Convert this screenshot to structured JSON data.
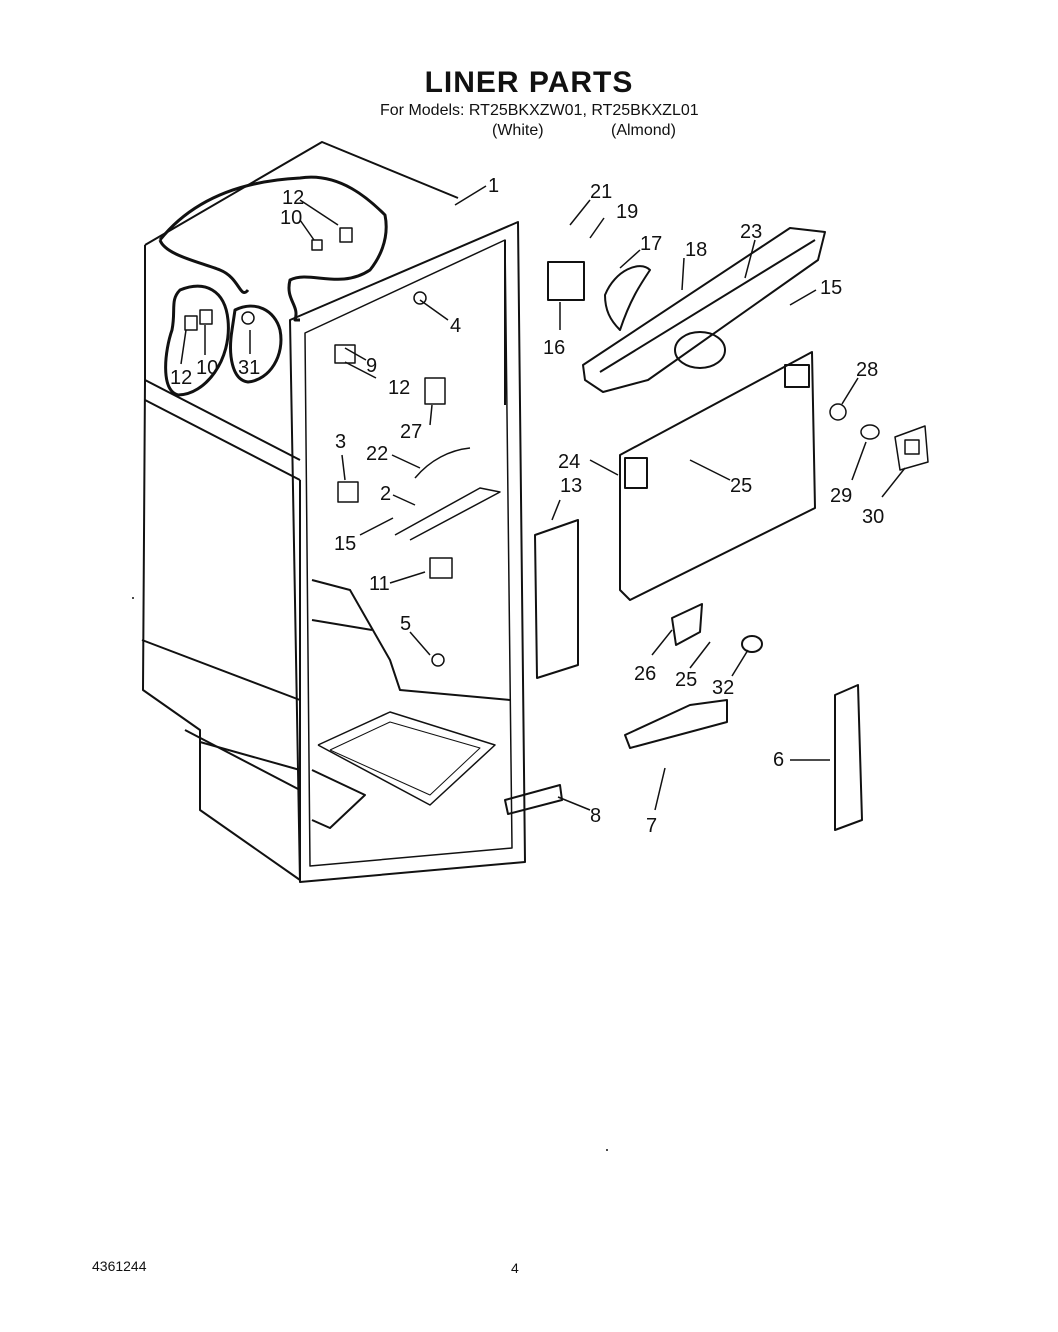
{
  "header": {
    "title": "LINER PARTS",
    "models_line": "For Models: RT25BKXZW01, RT25BKXZL01",
    "variants": [
      "(White)",
      "(Almond)"
    ]
  },
  "callouts": [
    "1",
    "2",
    "3",
    "4",
    "5",
    "6",
    "7",
    "8",
    "9",
    "10",
    "10",
    "11",
    "12",
    "12",
    "12",
    "13",
    "15",
    "15",
    "16",
    "17",
    "18",
    "19",
    "21",
    "22",
    "23",
    "24",
    "25",
    "25",
    "26",
    "27",
    "28",
    "29",
    "30",
    "31",
    "32"
  ],
  "footer": {
    "doc_number": "4361244",
    "page_number": "4"
  }
}
